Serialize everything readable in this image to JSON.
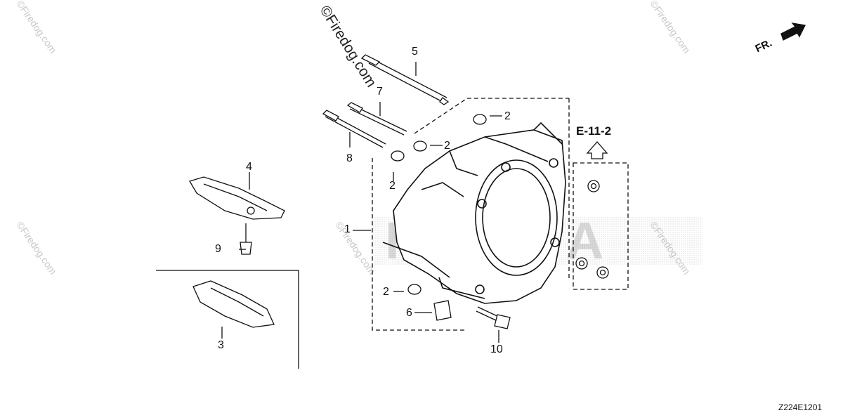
{
  "diagram": {
    "part_numbers": {
      "p1": "1",
      "p2a": "2",
      "p2b": "2",
      "p2c": "2",
      "p2d": "2",
      "p3": "3",
      "p4": "4",
      "p5": "5",
      "p6": "6",
      "p7": "7",
      "p8": "8",
      "p9": "9",
      "p10": "10"
    },
    "reference": "E-11-2",
    "direction": "FR.",
    "diagram_code": "Z224E1201"
  },
  "watermark": {
    "main": "©Firedog.com",
    "repeat": "©Firedog.com",
    "brand": "HONDA"
  }
}
